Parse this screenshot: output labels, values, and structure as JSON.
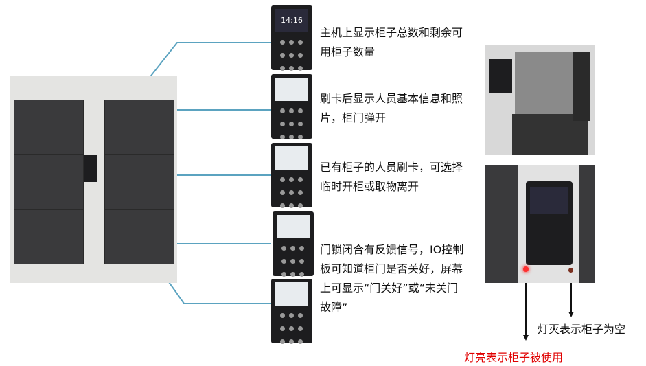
{
  "device_screen": {
    "clock": "14:16"
  },
  "descriptions": [
    "主机上显示柜子总数和剩余可用柜子数量",
    "刷卡后显示人员基本信息和照片，柜门弹开",
    "已有柜子的人员刷卡，可选择临时开柜或取物离开",
    "门锁闭合有反馈信号，IO控制板可知道柜门是否关好，屏幕上可显示“门关好”或“未关门故障”"
  ],
  "indicator_notes": {
    "off": "灯灭表示柜子为空",
    "on": "灯亮表示柜子被使用"
  },
  "colors": {
    "connector": "#5ba3c0",
    "on_text": "#e00000"
  }
}
